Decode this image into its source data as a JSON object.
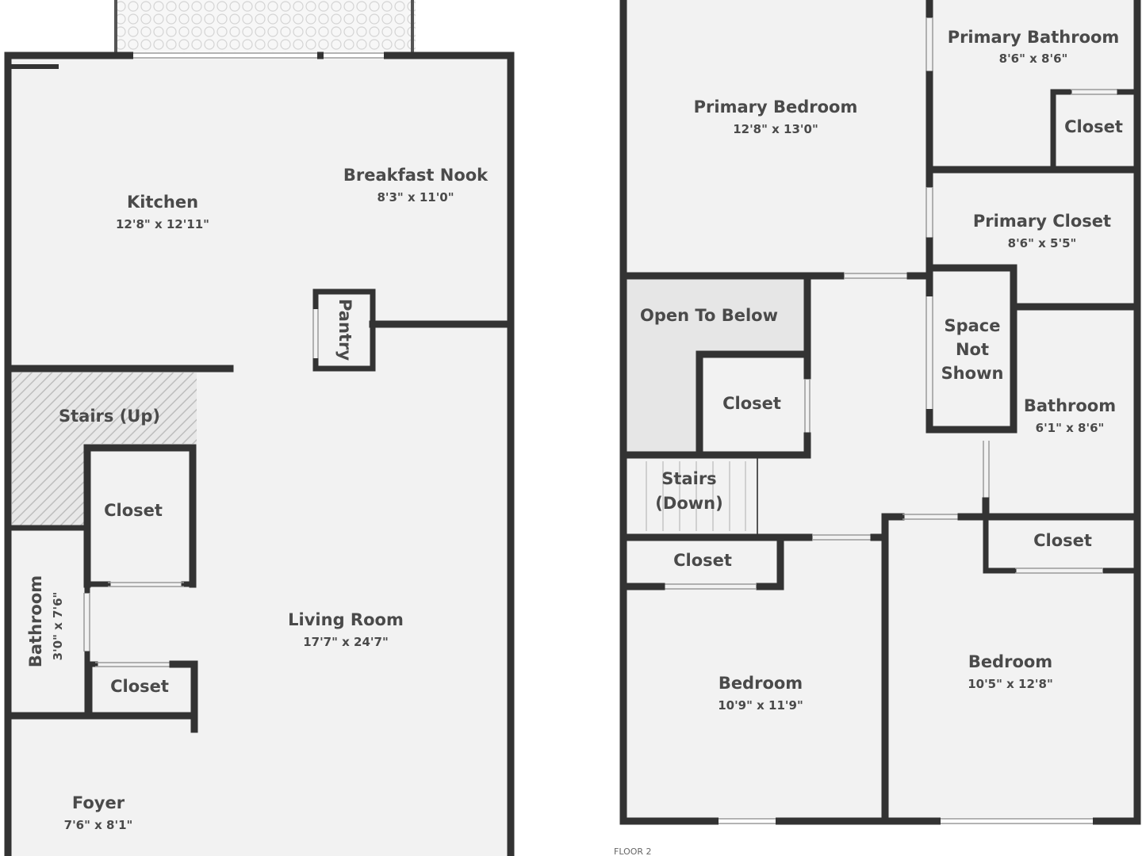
{
  "floor1": {
    "kitchen": {
      "name": "Kitchen",
      "dims": "12'8\" x 12'11\""
    },
    "breakfast_nook": {
      "name": "Breakfast Nook",
      "dims": "8'3\" x 11'0\""
    },
    "pantry": {
      "name": "Pantry"
    },
    "stairs_up": {
      "name": "Stairs (Up)"
    },
    "closet_a": {
      "name": "Closet"
    },
    "bathroom": {
      "name": "Bathroom",
      "dims": "3'0\" x 7'6\""
    },
    "closet_b": {
      "name": "Closet"
    },
    "living_room": {
      "name": "Living Room",
      "dims": "17'7\" x 24'7\""
    },
    "foyer": {
      "name": "Foyer",
      "dims": "7'6\" x 8'1\""
    }
  },
  "floor2": {
    "primary_bedroom": {
      "name": "Primary Bedroom",
      "dims": "12'8\" x 13'0\""
    },
    "primary_bathroom": {
      "name": "Primary Bathroom",
      "dims": "8'6\" x 8'6\""
    },
    "primary_bath_closet": {
      "name": "Closet"
    },
    "primary_closet": {
      "name": "Primary Closet",
      "dims": "8'6\" x 5'5\""
    },
    "open_to_below": {
      "name": "Open To Below"
    },
    "space_not_shown": {
      "line1": "Space",
      "line2": "Not",
      "line3": "Shown"
    },
    "hall_closet": {
      "name": "Closet"
    },
    "bathroom": {
      "name": "Bathroom",
      "dims": "6'1\" x 8'6\""
    },
    "stairs_down": {
      "line1": "Stairs",
      "line2": "(Down)"
    },
    "bedroom_closet_left": {
      "name": "Closet"
    },
    "bedroom_closet_right": {
      "name": "Closet"
    },
    "bedroom_left": {
      "name": "Bedroom",
      "dims": "10'9\" x 11'9\""
    },
    "bedroom_right": {
      "name": "Bedroom",
      "dims": "10'5\" x 12'8\""
    },
    "floor_label": "FLOOR 2"
  },
  "colors": {
    "wall": "#333333",
    "floor": "#f2f2f2",
    "open_to_below": "#e6e6e6",
    "stairs_hatch": "#d6d6d6",
    "text": "#4a4a4a"
  }
}
